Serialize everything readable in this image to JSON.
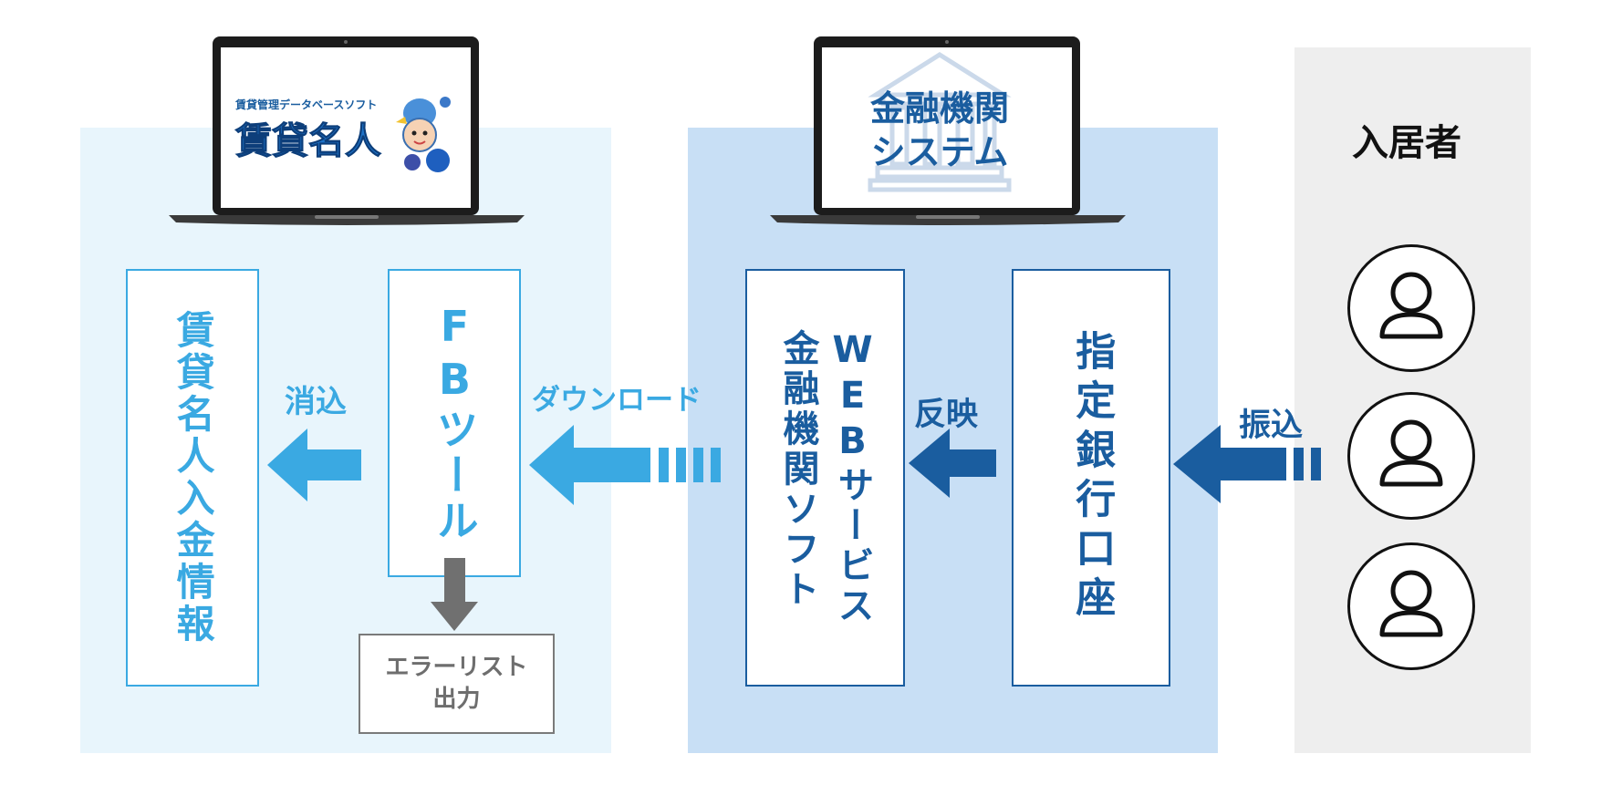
{
  "colors": {
    "light_blue": "#3aa9e2",
    "dark_blue": "#1a5d9f",
    "gray_arrow": "#707070",
    "panel_left": "#e8f5fc",
    "panel_mid": "#c8dff5",
    "panel_right": "#eeeeee"
  },
  "laptop_left": {
    "logo_subtitle": "賃貸管理データベースソフト",
    "logo_title": "賃貸名人",
    "mascot_icon": "penguin-mascot-icon"
  },
  "laptop_middle": {
    "line1": "金融機関",
    "line2": "システム",
    "background_icon": "bank-icon"
  },
  "boxes": {
    "chintai_meijin_nyukin": "賃貸名人入金情報",
    "fb_tool": "FBツール",
    "web_service": "WEBサービス",
    "kinyu_soft": "金融機関ソフト",
    "shitei_ginko": "指定銀行口座",
    "error_line1": "エラーリスト",
    "error_line2": "出力"
  },
  "arrows": {
    "keshikomi": "消込",
    "download": "ダウンロード",
    "hanei": "反映",
    "furikomi": "振込"
  },
  "residents": {
    "title": "入居者",
    "icon": "person-icon",
    "count": 3
  }
}
